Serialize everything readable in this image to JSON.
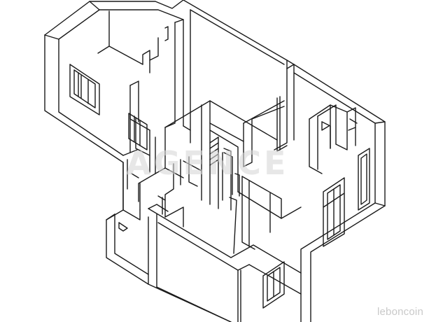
{
  "colors": {
    "line": "#1a1a1a",
    "background": "#ffffff",
    "watermark": "#d7d7d7",
    "brand_mark": "#c9c9c9"
  },
  "watermark": {
    "text": "AGENCE"
  },
  "brand_mark": {
    "text": "leboncoin"
  },
  "icons": [
    "3d-isometric-floorplan"
  ]
}
